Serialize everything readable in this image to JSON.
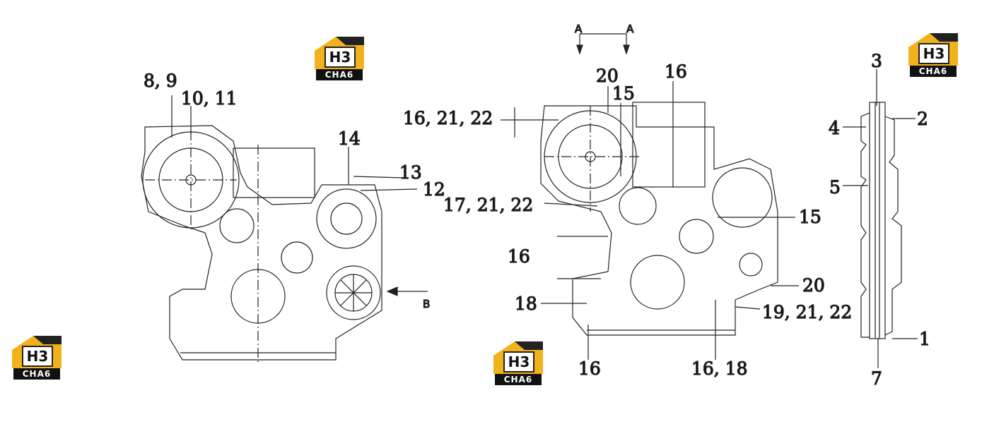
{
  "logo": {
    "text": "CHA6",
    "mark": "H3",
    "accent": "#f2b21c"
  },
  "views": {
    "left": {
      "callouts": [
        "8, 9",
        "10, 11",
        "14",
        "13",
        "12"
      ],
      "arrow_label": "B"
    },
    "middle": {
      "section_labels": [
        "A",
        "A"
      ],
      "callouts": [
        "20",
        "15",
        "16",
        "16, 21, 22",
        "17, 21, 22",
        "15",
        "16",
        "20",
        "18",
        "19, 21, 22",
        "16",
        "16, 18"
      ]
    },
    "right": {
      "callouts": [
        "3",
        "2",
        "4",
        "5",
        "1",
        "7"
      ]
    }
  }
}
